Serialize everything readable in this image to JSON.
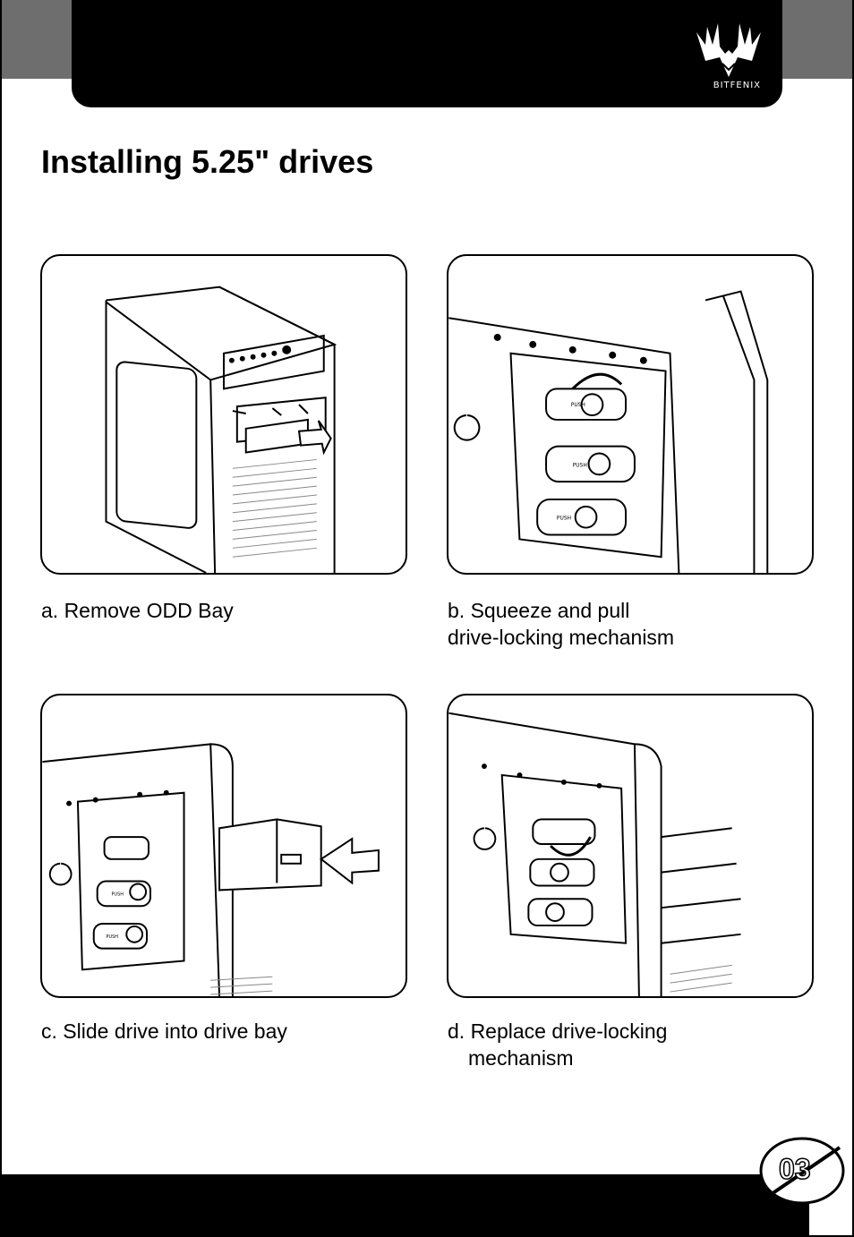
{
  "header": {
    "brand": "BITFENIX"
  },
  "title": "Installing 5.25\" drives",
  "steps": [
    {
      "lines": [
        "a.  Remove ODD Bay"
      ]
    },
    {
      "lines": [
        "b. Squeeze and pull",
        "drive-locking mechanism"
      ]
    },
    {
      "lines": [
        "c. Slide drive into drive bay"
      ]
    },
    {
      "lines": [
        "d. Replace drive-locking",
        "mechanism"
      ]
    }
  ],
  "panel_labels": {
    "push": "PUSH"
  },
  "page_number": "03",
  "colors": {
    "header_bg": "#000000",
    "corner_gray": "#6e6e6e",
    "text": "#000000"
  }
}
